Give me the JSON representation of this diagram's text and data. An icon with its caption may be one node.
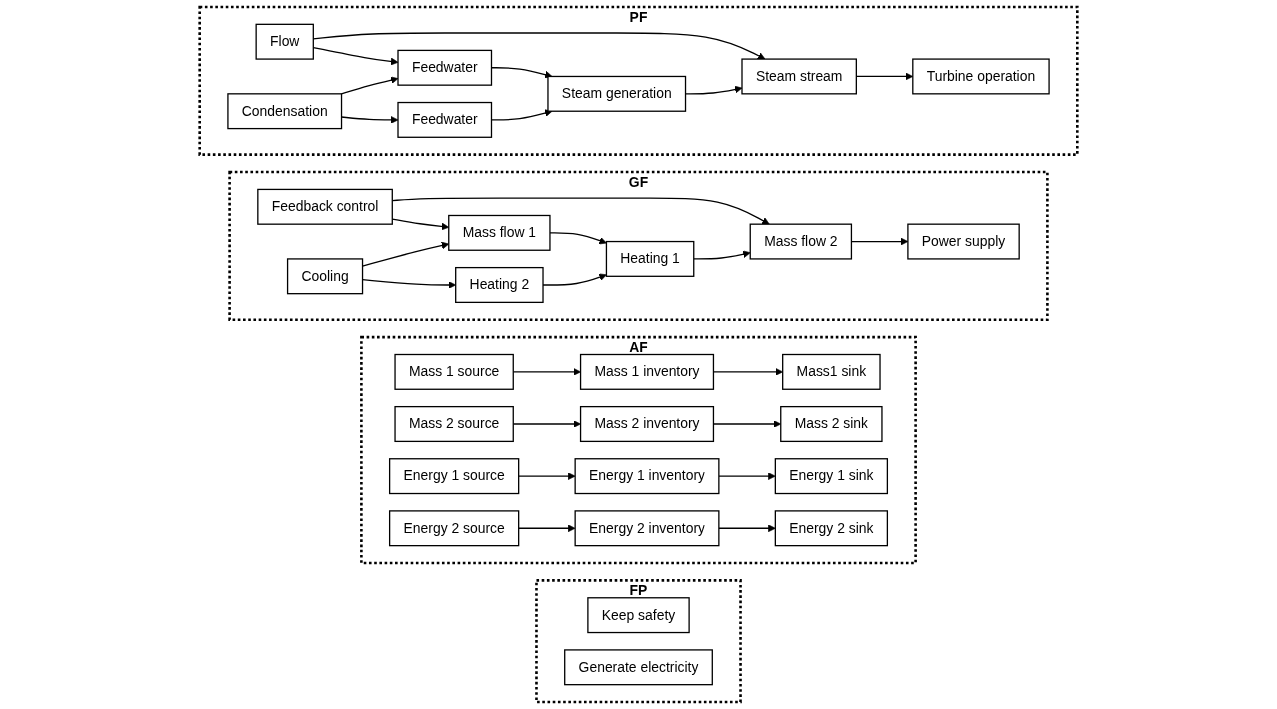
{
  "diagram": {
    "nodes": [
      {
        "text": [
          "FP"
        ]
      },
      {
        "text": [
          "Keep safety"
        ],
        "in": 0
      },
      {
        "text": [
          "Generate electricity"
        ],
        "in": 0
      },
      {
        "text": [
          "AF"
        ]
      },
      {
        "text": [
          "Mass 1 source"
        ],
        "in": 3
      },
      {
        "text": [
          "Mass 1 inventory"
        ],
        "in": 3
      },
      {
        "text": [
          "Mass1 sink"
        ],
        "in": 3
      },
      {
        "text": [
          "Mass 2 source"
        ],
        "in": 3
      },
      {
        "text": [
          "Mass 2 inventory"
        ],
        "in": 3
      },
      {
        "text": [
          "Mass 2 sink"
        ],
        "in": 3
      },
      {
        "text": [
          "Energy 1 source"
        ],
        "in": 3
      },
      {
        "text": [
          "Energy 1 inventory"
        ],
        "in": 3
      },
      {
        "text": [
          "Energy 1 sink"
        ],
        "in": 3
      },
      {
        "text": [
          "Energy 2 source"
        ],
        "in": 3
      },
      {
        "text": [
          "Energy 2 inventory"
        ],
        "in": 3
      },
      {
        "text": [
          "Energy 2 sink"
        ],
        "in": 3
      },
      {
        "text": [
          "GF"
        ]
      },
      {
        "text": [
          "Feedback control"
        ],
        "in": 16
      },
      {
        "text": [
          "Mass flow 2"
        ],
        "in": 16
      },
      {
        "text": [
          "Power supply"
        ],
        "in": 16
      },
      {
        "text": [
          "Mass flow 1"
        ],
        "in": 16
      },
      {
        "text": [
          "Heating 1"
        ],
        "in": 16
      },
      {
        "text": [
          "Heating 2"
        ],
        "in": 16
      },
      {
        "text": [
          "Cooling"
        ],
        "in": 16
      },
      {
        "text": [
          "PF"
        ]
      },
      {
        "text": [
          "Flow"
        ],
        "in": 24
      },
      {
        "text": [
          "Steam stream"
        ],
        "in": 24
      },
      {
        "text": [
          "Turbine operation"
        ],
        "in": 24
      },
      {
        "text": [
          "Feedwater"
        ],
        "in": 24
      },
      {
        "text": [
          "Steam generation"
        ],
        "in": 24
      },
      {
        "text": [
          "Feedwater"
        ],
        "in": 24
      },
      {
        "text": [
          "Condensation"
        ],
        "in": 24
      }
    ],
    "edges": [
      {
        "from": 4,
        "to": 5,
        "arrow": "to"
      },
      {
        "from": 5,
        "to": 6,
        "arrow": "to"
      },
      {
        "from": 7,
        "to": 8,
        "arrow": "to"
      },
      {
        "from": 8,
        "to": 9,
        "arrow": "to"
      },
      {
        "from": 10,
        "to": 11,
        "arrow": "to"
      },
      {
        "from": 11,
        "to": 12,
        "arrow": "to"
      },
      {
        "from": 13,
        "to": 14,
        "arrow": "to"
      },
      {
        "from": 14,
        "to": 15,
        "arrow": "to"
      },
      {
        "from": 17,
        "to": 18,
        "arrow": "to"
      },
      {
        "from": 17,
        "to": 20,
        "arrow": "to"
      },
      {
        "from": 21,
        "to": 18,
        "arrow": "to"
      },
      {
        "from": 18,
        "to": 19,
        "arrow": "to"
      },
      {
        "from": 20,
        "to": 21,
        "arrow": "to"
      },
      {
        "from": 22,
        "to": 21,
        "arrow": "to"
      },
      {
        "from": 23,
        "to": 20,
        "arrow": "to"
      },
      {
        "from": 23,
        "to": 22,
        "arrow": "to"
      },
      {
        "from": 25,
        "to": 26,
        "arrow": "to"
      },
      {
        "from": 25,
        "to": 28,
        "arrow": "to"
      },
      {
        "from": 29,
        "to": 26,
        "arrow": "to"
      },
      {
        "from": 26,
        "to": 27,
        "arrow": "to"
      },
      {
        "from": 28,
        "to": 29,
        "arrow": "to"
      },
      {
        "from": 30,
        "to": 29,
        "arrow": "to"
      },
      {
        "from": 31,
        "to": 28,
        "arrow": "to"
      },
      {
        "from": 31,
        "to": 30,
        "arrow": "to"
      }
    ]
  }
}
